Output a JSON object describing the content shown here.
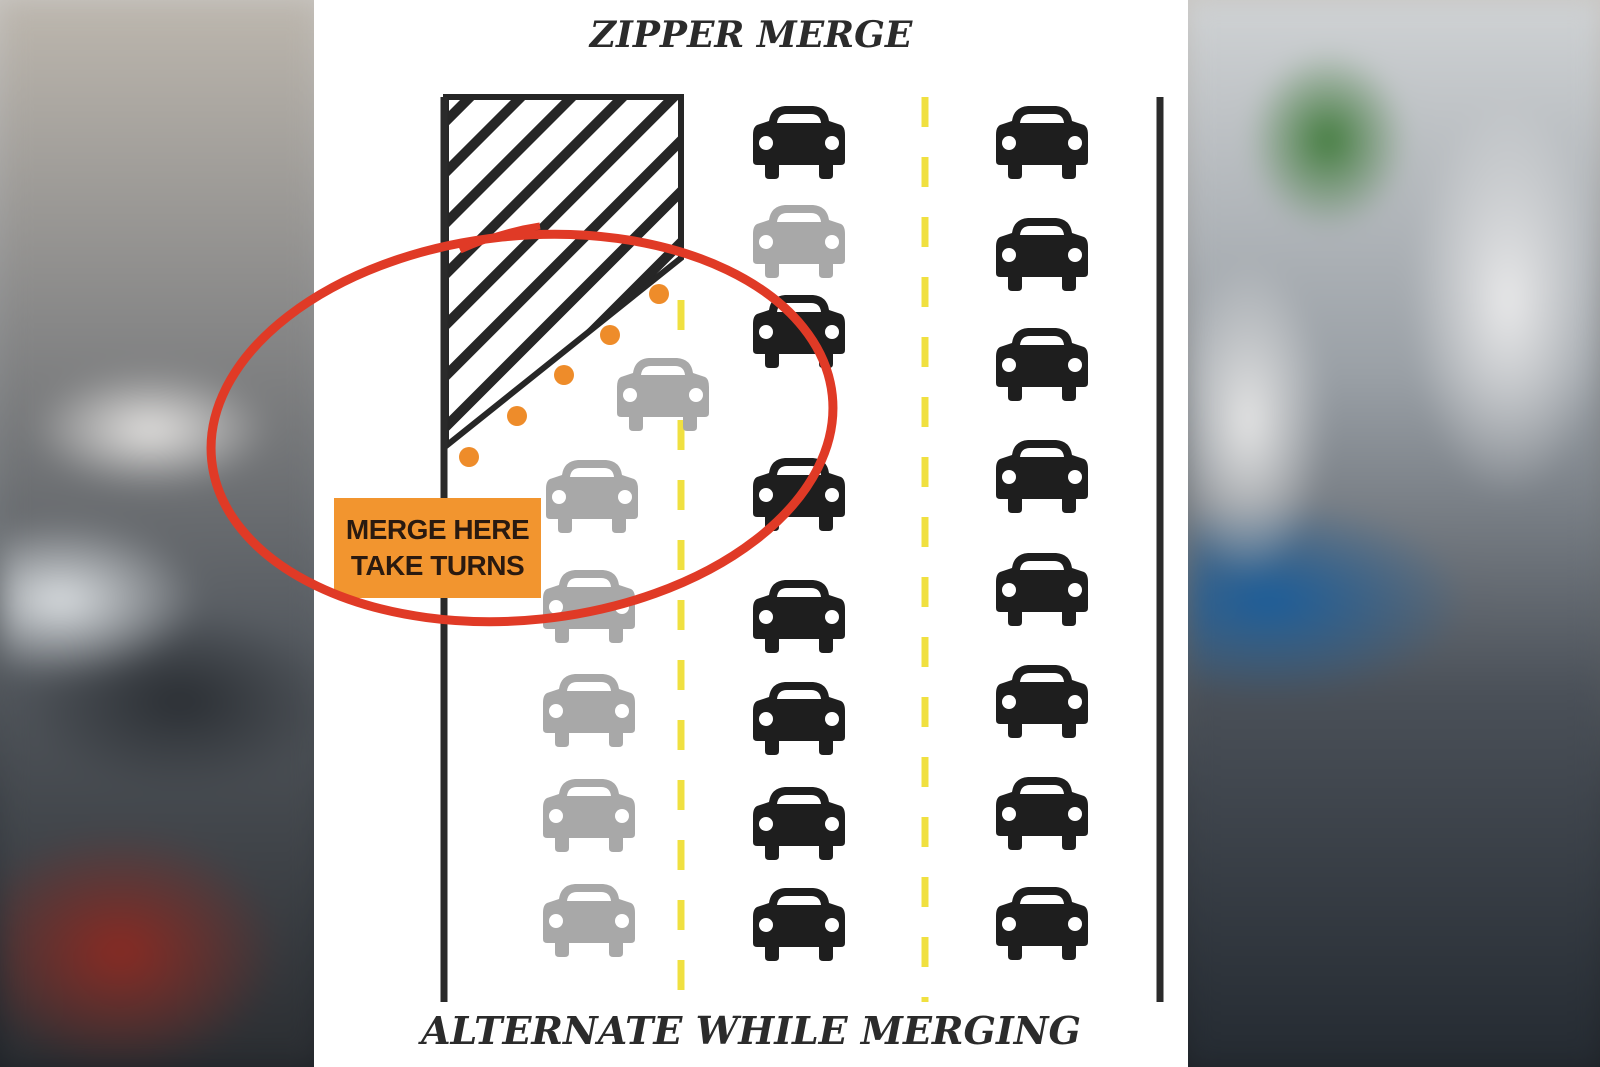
{
  "diagram": {
    "title": "ZIPPER MERGE",
    "footer": "ALTERNATE WHILE MERGING",
    "sign": {
      "line1": "MERGE HERE",
      "line2": "TAKE TURNS"
    },
    "colors": {
      "sign": "#f2952f",
      "circle": "#e03a26",
      "lane_dash": "#f0e040",
      "car_dark": "#1e1e1e",
      "car_light": "#a8a8a8",
      "dots": "#ee8c2a"
    }
  }
}
